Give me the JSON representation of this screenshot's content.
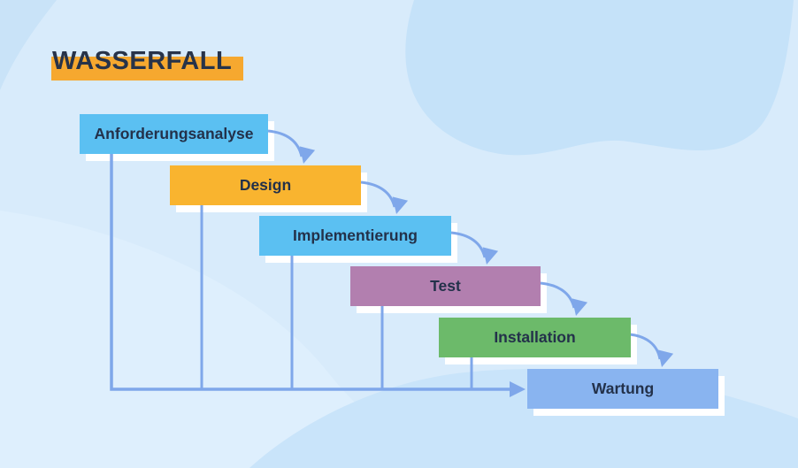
{
  "title": {
    "text": "WASSERFALL",
    "text_color": "#273349",
    "highlight_color": "#F6A82F"
  },
  "diagram": {
    "type": "waterfall-process",
    "text_color": "#23314A",
    "connector_color": "#7FA7EA",
    "shadow_color": "#FFFFFF",
    "phases": [
      {
        "label": "Anforderungsanalyse",
        "color": "#5BC0F2"
      },
      {
        "label": "Design",
        "color": "#F9B42F"
      },
      {
        "label": "Implementierung",
        "color": "#5BC0F2"
      },
      {
        "label": "Test",
        "color": "#B27FAF"
      },
      {
        "label": "Installation",
        "color": "#6CBA6A"
      },
      {
        "label": "Wartung",
        "color": "#89B4F0"
      }
    ]
  },
  "background": {
    "base": "#D8EBFB",
    "blob_top": "#C5E2F9",
    "blob_corner": "#C9E3F8",
    "blob_bottom_right": "#C9E4FA",
    "light_sweep": "#DEEFFD"
  }
}
